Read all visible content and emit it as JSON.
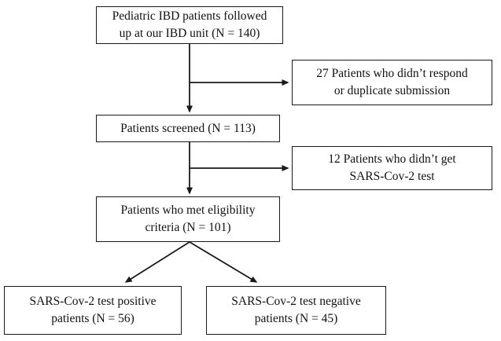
{
  "colors": {
    "line": "#1a1a1a",
    "box_border": "#1a1a1a",
    "background": "#ffffff"
  },
  "boxes": {
    "followed": {
      "lines": [
        "Pediatric IBD patients followed",
        "up at our IBD unit (N = 140)"
      ]
    },
    "no_response": {
      "lines": [
        "27 Patients who didn’t respond",
        "or duplicate submission"
      ]
    },
    "screened": {
      "lines": [
        "Patients screened (N = 113)"
      ]
    },
    "no_test": {
      "lines": [
        "12 Patients who didn’t get",
        "SARS-Cov-2 test"
      ]
    },
    "eligible": {
      "lines": [
        "Patients who met eligibility",
        "criteria (N = 101)"
      ]
    },
    "positive": {
      "lines": [
        "SARS-Cov-2 test positive",
        "patients (N = 56)"
      ]
    },
    "negative": {
      "lines": [
        "SARS-Cov-2 test negative",
        "patients (N = 45)"
      ]
    }
  }
}
